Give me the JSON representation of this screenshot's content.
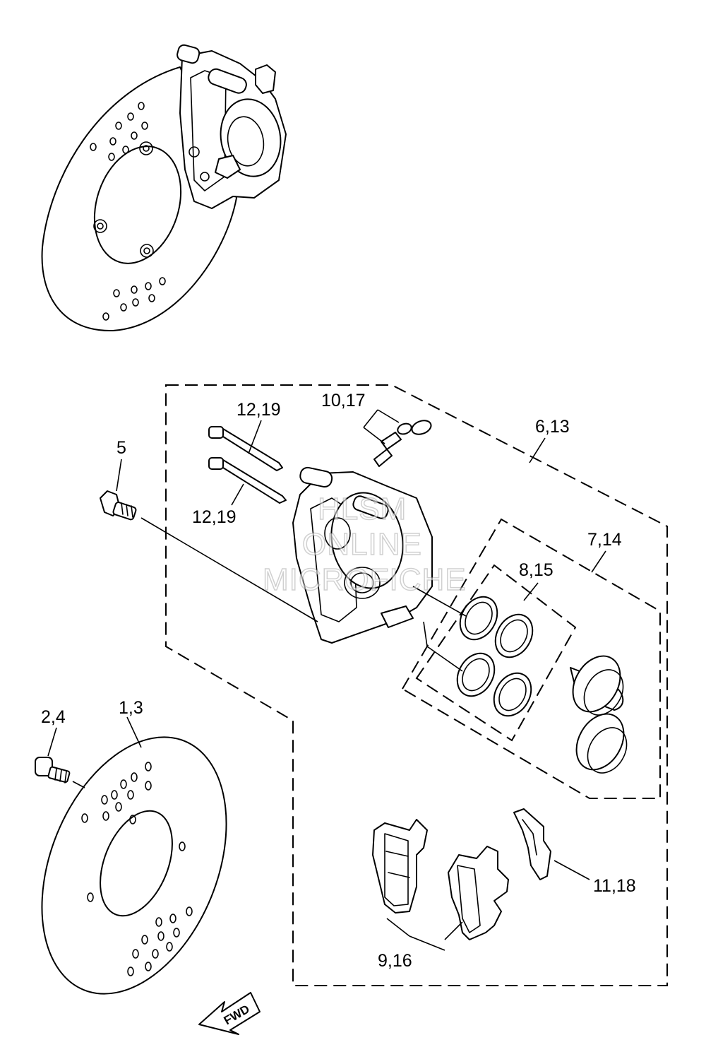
{
  "callouts": {
    "c_12_19_top": "12,19",
    "c_10_17": "10,17",
    "c_6_13": "6,13",
    "c_5": "5",
    "c_12_19_bottom": "12,19",
    "c_7_14": "7,14",
    "c_8_15": "8,15",
    "c_2_4": "2,4",
    "c_1_3": "1,3",
    "c_11_18": "11,18",
    "c_9_16": "9,16"
  },
  "watermark": {
    "line1": "HLSM",
    "line2": "ONLINE",
    "line3": "MICROFICHE"
  },
  "fwd_label": "FWD"
}
